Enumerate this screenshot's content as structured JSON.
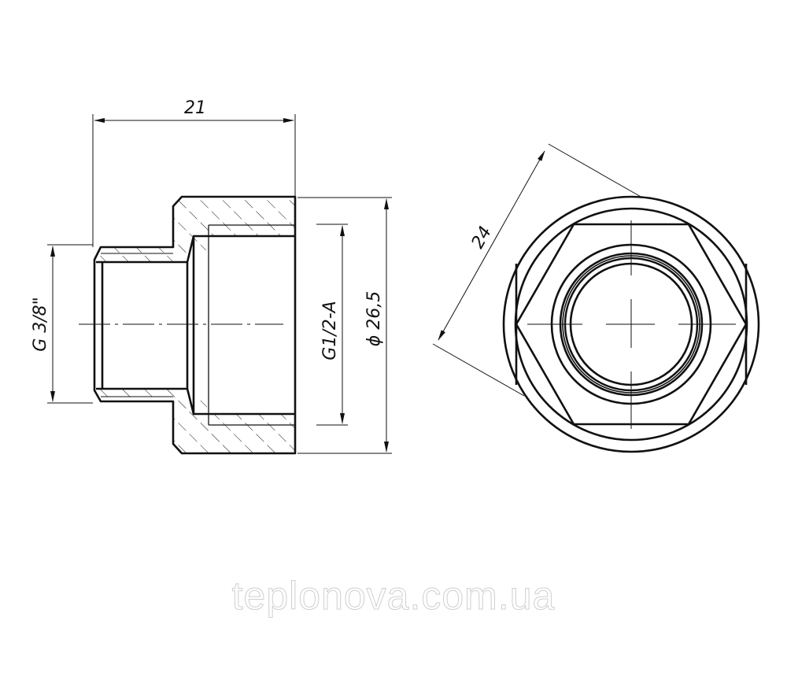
{
  "drawing": {
    "side_view": {
      "overall_length_label": "21",
      "small_thread_label": "G 3/8\"",
      "large_thread_label": "G1/2-A",
      "outer_diameter_label": "ϕ 26,5"
    },
    "end_view": {
      "hex_across_flats_label": "24"
    }
  },
  "watermark": {
    "text": "teplonova.com.ua"
  },
  "colors": {
    "line": "#111111",
    "background": "#ffffff",
    "watermark_outline": "#cfcfcf"
  }
}
